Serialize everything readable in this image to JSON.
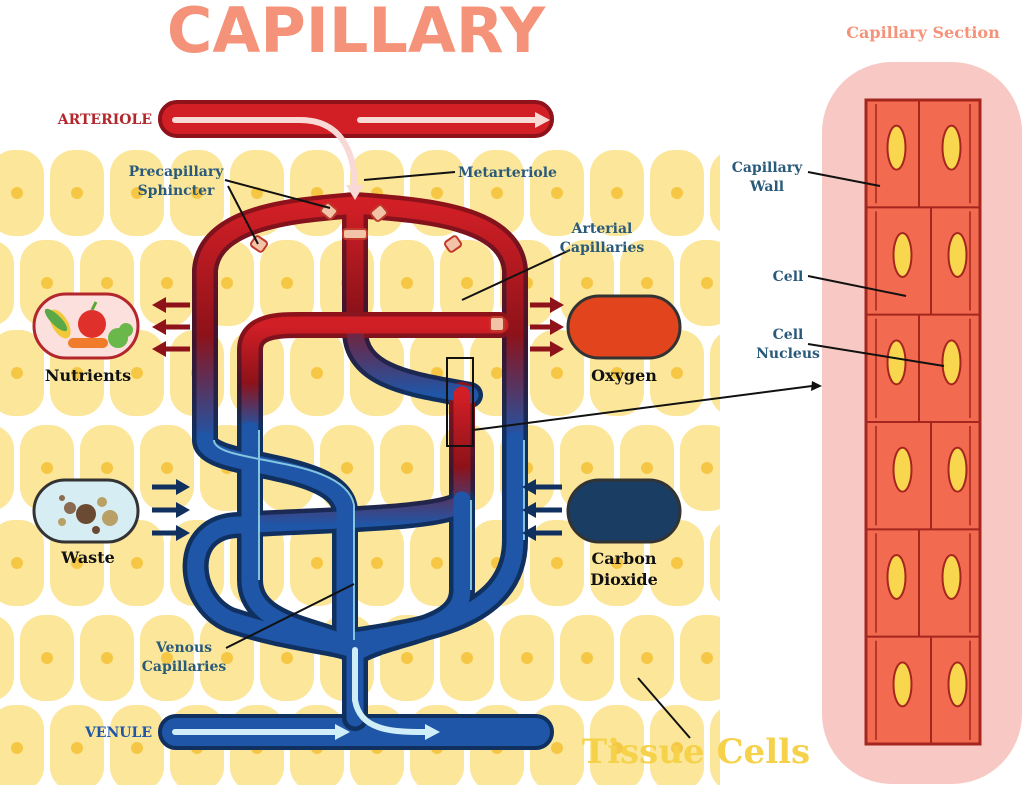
{
  "title": "CAPILLARY",
  "section_title": "Capillary Section",
  "labels": {
    "arteriole": "ARTERIOLE",
    "venule": "VENULE",
    "precap_1": "Precapillary",
    "precap_2": "Sphincter",
    "metarteriole": "Metarteriole",
    "arterial_1": "Arterial",
    "arterial_2": "Capillaries",
    "venous_1": "Venous",
    "venous_2": "Capillaries",
    "nutrients": "Nutrients",
    "waste": "Waste",
    "oxygen": "Oxygen",
    "co2_1": "Carbon",
    "co2_2": "Dioxide",
    "tissue": "Tissue Cells",
    "cap_wall_1": "Capillary",
    "cap_wall_2": "Wall",
    "cell": "Cell",
    "nucleus_1": "Cell",
    "nucleus_2": "Nucleus"
  },
  "colors": {
    "title": "#f4937a",
    "artery": "#d21f26",
    "artery_dark": "#8e1219",
    "vein": "#1f56a8",
    "vein_dark": "#10305f",
    "tissue": "#fbe69a",
    "tissue_nucleus": "#f6c744",
    "label_blue": "#2a5a7a",
    "oxygen": "#e2441d",
    "co2": "#1a3d63",
    "section_bg": "#f8c9c4",
    "section_cell": "#f26a4f",
    "tissue_label": "#f6d24b"
  }
}
